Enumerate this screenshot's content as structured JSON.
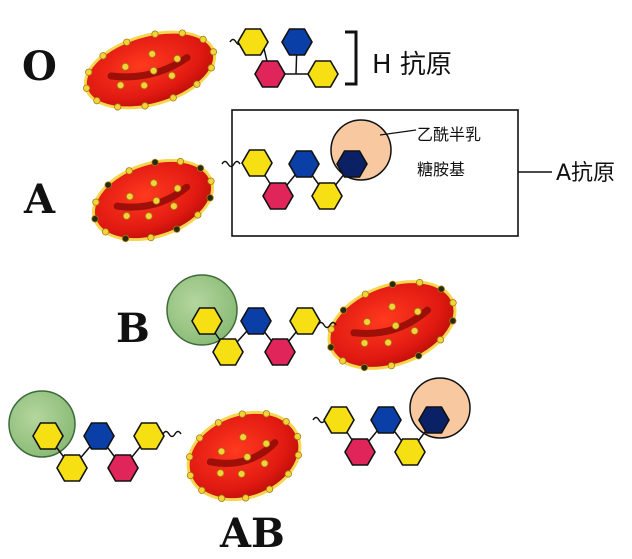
{
  "blood_types": {
    "o": "O",
    "a": "A",
    "b": "B",
    "ab": "AB"
  },
  "labels": {
    "h_antigen": "H 抗原",
    "a_antigen": "A抗原",
    "galnac_line1": "乙酰半乳",
    "galnac_line2": "糖胺基"
  },
  "colors": {
    "cell_fill": "#e11a12",
    "cell_dark": "#8e0a06",
    "cell_rim": "#f5d23a",
    "hex_yellow": "#f6df13",
    "hex_blue": "#0b3fa8",
    "hex_red": "#e0255a",
    "hex_navy": "#0b2166",
    "a_circle": "#f8c9a0",
    "b_circle": "#9dc989",
    "b_circle_stroke": "#3d6a3a",
    "outline": "#111111"
  }
}
